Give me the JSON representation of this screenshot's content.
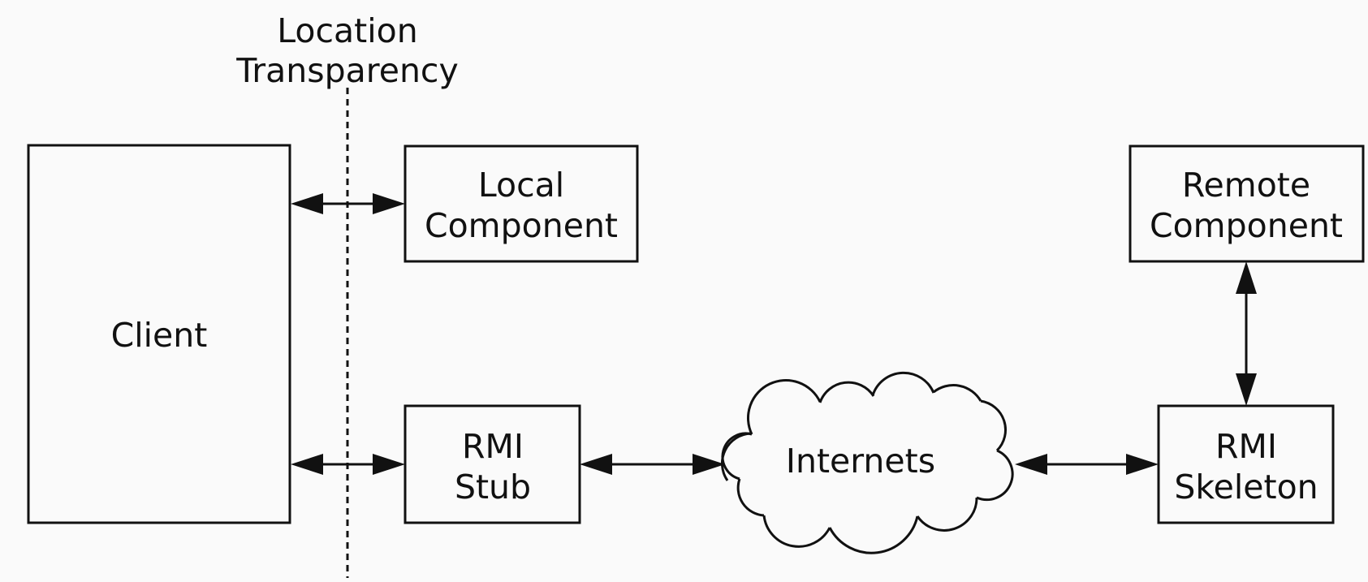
{
  "diagram": {
    "transparency_label": [
      "Location",
      "Transparency"
    ],
    "client": {
      "label": [
        "Client"
      ]
    },
    "local_component": {
      "label": [
        "Local",
        "Component"
      ]
    },
    "rmi_stub": {
      "label": [
        "RMI",
        "Stub"
      ]
    },
    "internets": {
      "label": [
        "Internets"
      ]
    },
    "rmi_skeleton": {
      "label": [
        "RMI",
        "Skeleton"
      ]
    },
    "remote_component": {
      "label": [
        "Remote",
        "Component"
      ]
    },
    "edges": [
      {
        "from": "client",
        "to": "local_component",
        "direction": "bidirectional"
      },
      {
        "from": "client",
        "to": "rmi_stub",
        "direction": "bidirectional"
      },
      {
        "from": "rmi_stub",
        "to": "internets",
        "direction": "bidirectional"
      },
      {
        "from": "internets",
        "to": "rmi_skeleton",
        "direction": "bidirectional"
      },
      {
        "from": "rmi_skeleton",
        "to": "remote_component",
        "direction": "bidirectional"
      }
    ]
  }
}
